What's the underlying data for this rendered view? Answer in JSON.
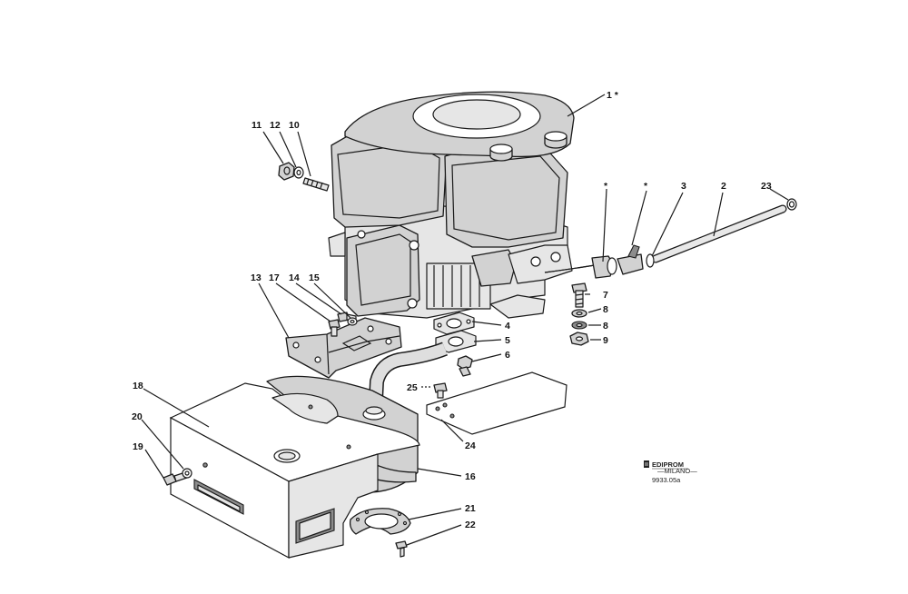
{
  "callouts": [
    {
      "id": "c1",
      "text": "1 *"
    },
    {
      "id": "c2",
      "text": "2"
    },
    {
      "id": "c3",
      "text": "3"
    },
    {
      "id": "cstar1",
      "text": "*"
    },
    {
      "id": "cstar2",
      "text": "*"
    },
    {
      "id": "c23",
      "text": "23"
    },
    {
      "id": "c11",
      "text": "11"
    },
    {
      "id": "c12",
      "text": "12"
    },
    {
      "id": "c10",
      "text": "10"
    },
    {
      "id": "c7",
      "text": "7"
    },
    {
      "id": "c8a",
      "text": "8"
    },
    {
      "id": "c8b",
      "text": "8"
    },
    {
      "id": "c9",
      "text": "9"
    },
    {
      "id": "c13",
      "text": "13"
    },
    {
      "id": "c17",
      "text": "17"
    },
    {
      "id": "c14",
      "text": "14"
    },
    {
      "id": "c15",
      "text": "15"
    },
    {
      "id": "c4",
      "text": "4"
    },
    {
      "id": "c5",
      "text": "5"
    },
    {
      "id": "c6",
      "text": "6"
    },
    {
      "id": "c25",
      "text": "25"
    },
    {
      "id": "c24",
      "text": "24"
    },
    {
      "id": "c18",
      "text": "18"
    },
    {
      "id": "c20",
      "text": "20"
    },
    {
      "id": "c19",
      "text": "19"
    },
    {
      "id": "c16",
      "text": "16"
    },
    {
      "id": "c21",
      "text": "21"
    },
    {
      "id": "c22",
      "text": "22"
    }
  ],
  "logo": {
    "name": "EDIPROM",
    "sub": "—MILANO—"
  },
  "drawing_code": "9933.05a"
}
